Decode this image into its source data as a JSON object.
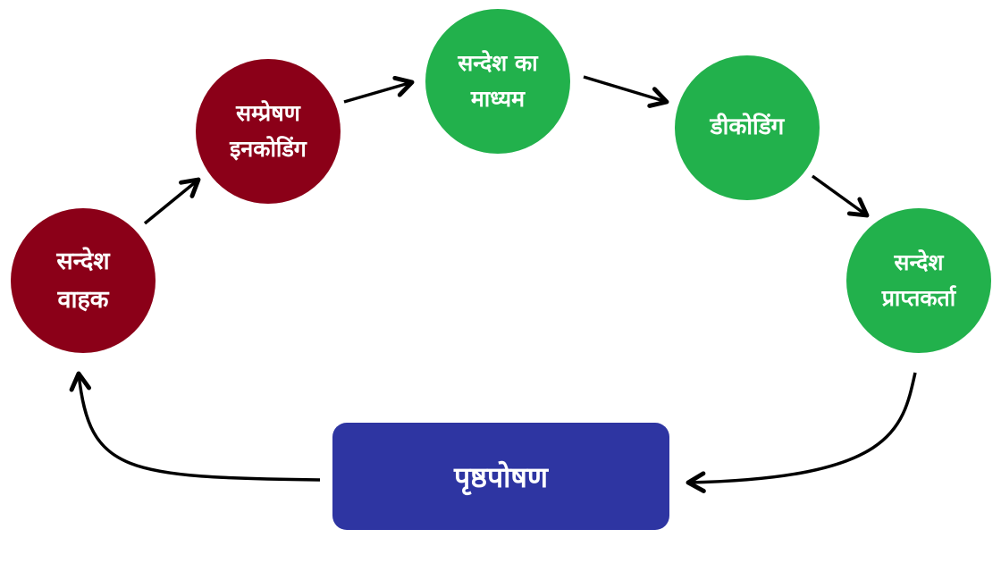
{
  "nodes": {
    "sender": {
      "line1": "सन्देश",
      "line2": "वाहक"
    },
    "encoding": {
      "line1": "सम्प्रेषण",
      "line2": "इनकोडिंग"
    },
    "channel": {
      "line1": "सन्देश का",
      "line2": "माध्यम"
    },
    "decoding": {
      "line1": "डीकोडिंग"
    },
    "receiver": {
      "line1": "सन्देश",
      "line2": "प्राप्तकर्ता"
    }
  },
  "feedback": {
    "label": "पृष्ठपोषण"
  },
  "colors": {
    "sender_node": "#8b0018",
    "channel_node": "#22b14c",
    "feedback_box": "#2e35a2",
    "arrow": "#000000"
  }
}
